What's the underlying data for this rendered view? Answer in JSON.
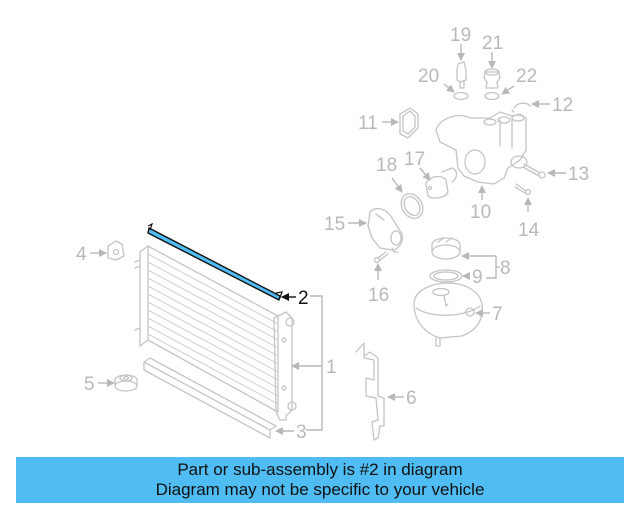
{
  "diagram": {
    "highlighted_part": "2",
    "highlight_color": "#4fbcf4",
    "callouts": [
      {
        "id": "1",
        "label": "1"
      },
      {
        "id": "2",
        "label": "2"
      },
      {
        "id": "3",
        "label": "3"
      },
      {
        "id": "4",
        "label": "4"
      },
      {
        "id": "5",
        "label": "5"
      },
      {
        "id": "6",
        "label": "6"
      },
      {
        "id": "7",
        "label": "7"
      },
      {
        "id": "8",
        "label": "8"
      },
      {
        "id": "9",
        "label": "9"
      },
      {
        "id": "10",
        "label": "10"
      },
      {
        "id": "11",
        "label": "11"
      },
      {
        "id": "12",
        "label": "12"
      },
      {
        "id": "13",
        "label": "13"
      },
      {
        "id": "14",
        "label": "14"
      },
      {
        "id": "15",
        "label": "15"
      },
      {
        "id": "16",
        "label": "16"
      },
      {
        "id": "17",
        "label": "17"
      },
      {
        "id": "18",
        "label": "18"
      },
      {
        "id": "19",
        "label": "19"
      },
      {
        "id": "20",
        "label": "20"
      },
      {
        "id": "21",
        "label": "21"
      },
      {
        "id": "22",
        "label": "22"
      }
    ]
  },
  "banner": {
    "line1": "Part or sub-assembly is #2 in diagram",
    "line2": "Diagram may not be specific to your vehicle",
    "background_color": "#4fbcf4"
  }
}
